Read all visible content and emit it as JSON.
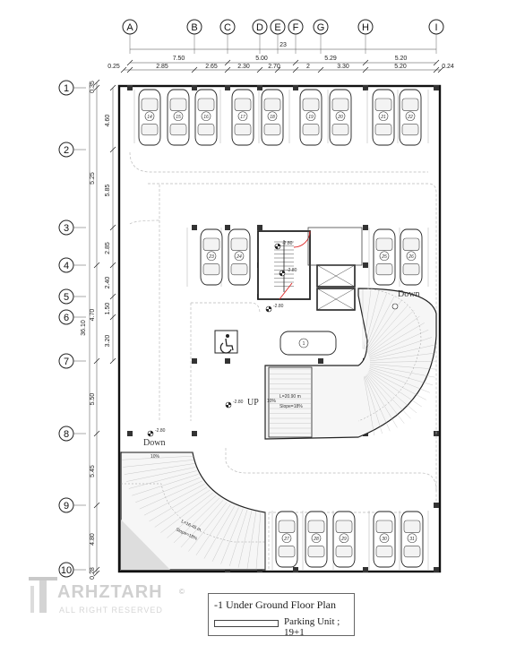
{
  "columns": [
    "A",
    "B",
    "C",
    "D",
    "E",
    "F",
    "G",
    "H",
    "I"
  ],
  "rows": [
    "1",
    "2",
    "3",
    "4",
    "5",
    "6",
    "7",
    "8",
    "9",
    "10"
  ],
  "dims_top": {
    "overall": "23",
    "line1": [
      "7.50",
      "5.00",
      "5.29",
      "5.20"
    ],
    "line2": [
      "0.25",
      "2.85",
      "2.65",
      "2.30",
      "2.70",
      "2",
      "3.30",
      "5.20",
      "0.24"
    ]
  },
  "dims_left": {
    "overall": "36.10",
    "outer": [
      "0.35",
      "5.25",
      "4.70",
      "5.50",
      "5.45",
      "4.80",
      "0.28"
    ],
    "inner": [
      "4.60",
      "5.85",
      "2.85",
      "2.40",
      "1.50",
      "3.20"
    ]
  },
  "parking_numbers": [
    "14",
    "15",
    "16",
    "17",
    "18",
    "19",
    "20",
    "21",
    "22",
    "23",
    "24",
    "25",
    "26",
    "27",
    "28",
    "29",
    "30",
    "31"
  ],
  "center_car_label": "1",
  "ramp_up": {
    "label": "UP",
    "length": "L=20.90 m",
    "slope": "Slope=18%",
    "pct": "10%"
  },
  "ramp_down_right": {
    "label": "Down"
  },
  "ramp_down_left": {
    "label": "Down",
    "length": "L=16.45 m",
    "slope": "Slope=18%",
    "pct": "10%"
  },
  "level_markers": [
    "-2.80",
    "-2.80",
    "-2.80",
    "-2.80",
    "-2.80"
  ],
  "title": "-1 Under Ground Floor Plan",
  "parking_unit": "Parking Unit ; 19+1",
  "watermark": {
    "brand": "ARHZTARH",
    "sub": "ALL RIGHT RESERVED",
    "mark": "©"
  }
}
